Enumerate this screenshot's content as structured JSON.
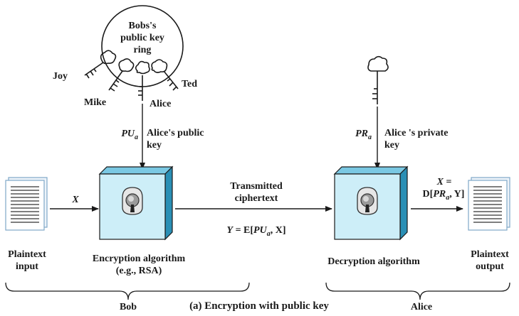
{
  "caption": "(a) Encryption with public key",
  "key_ring": {
    "title_lines": [
      "Bobs's",
      "public key",
      "ring"
    ],
    "keys": [
      "Joy",
      "Mike",
      "Alice",
      "Ted"
    ]
  },
  "encryption": {
    "key_symbol": "PU",
    "key_sub": "a",
    "key_label_lines": [
      "Alice's public",
      "key"
    ],
    "input_var": "X",
    "algo_lines": [
      "Encryption algorithm",
      "(e.g., RSA)"
    ]
  },
  "decryption": {
    "key_symbol": "PR",
    "key_sub": "a",
    "key_label_lines": [
      "Alice 's private",
      "key"
    ],
    "algo_label": "Decryption algorithm",
    "output_eq_line1": "X =",
    "output_eq_line2": {
      "pre": "D[",
      "sym": "PR",
      "sub": "a",
      "post": ", Y]"
    }
  },
  "channel": {
    "label_lines": [
      "Transmitted",
      "ciphertext"
    ],
    "eq": {
      "lhs": "Y",
      "mid": " = E[",
      "sym": "PU",
      "sub": "a",
      "post": ", X]"
    }
  },
  "plaintext_input": [
    "Plaintext",
    "input"
  ],
  "plaintext_output": [
    "Plaintext",
    "output"
  ],
  "parties": {
    "left": "Bob",
    "right": "Alice"
  },
  "colors": {
    "box_face": "#cdeef8",
    "box_side": "#2a8fb5",
    "box_top": "#7ac8e3",
    "ink": "#1a1a1a",
    "doc_edge": "#7fa8c9"
  }
}
